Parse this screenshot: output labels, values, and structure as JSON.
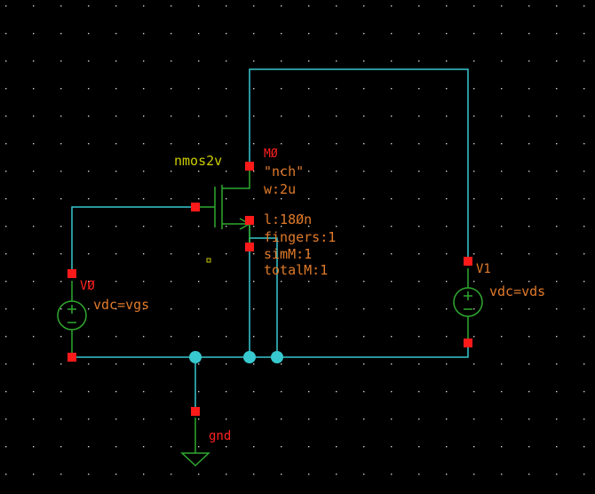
{
  "schematic": {
    "background": "#000000",
    "grid_dot_color": "#cfcfcf",
    "wire_color": "#38c8cf",
    "pin_color": "#ff1a1a",
    "instance_text_color": "#e07a2a",
    "cell_name_color": "#cccc00",
    "label_red_color": "#ff2020",
    "device_symbol_color": "#2fa82f",
    "transistor": {
      "cell_name": "nmos2v",
      "instance_name": "MØ",
      "model": "\"nch\"",
      "width": "w:2u",
      "length": "l:18Øn",
      "fingers": "fingers:1",
      "simM": "simM:1",
      "totalM": "totalM:1"
    },
    "source_v0": {
      "name": "VØ",
      "param": "vdc=vgs"
    },
    "source_v1": {
      "name": "V1",
      "param": "vdc=vds"
    },
    "ground": {
      "label": "gnd"
    }
  }
}
